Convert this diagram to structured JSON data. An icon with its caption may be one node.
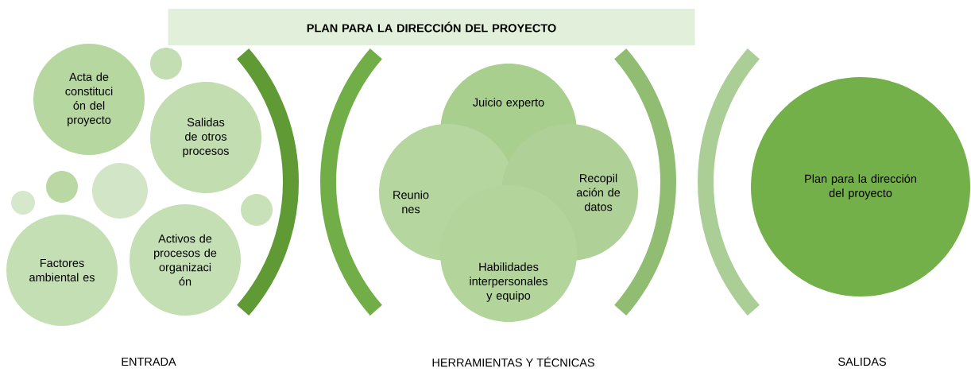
{
  "diagram": {
    "nodes": [
      {
        "text": [
          "PLAN PARA LA DIRECCIÓN DEL PROYECTO"
        ]
      },
      {
        "text": [
          "Acta de constituci ón del proyecto"
        ]
      },
      {
        "text": [
          "Salidas de otros procesos"
        ]
      },
      {
        "text": [],
        "shape": "circle"
      },
      {
        "text": [],
        "shape": "circle"
      },
      {
        "text": [],
        "shape": "circle"
      },
      {
        "text": [],
        "shape": "circle"
      },
      {
        "text": [],
        "shape": "circle"
      },
      {
        "text": [
          "Factores ambiental es"
        ]
      },
      {
        "text": [
          "Activos de procesos de organizaci ón"
        ]
      },
      {
        "text": [
          "Juicio experto"
        ]
      },
      {
        "text": [
          "Reunio nes"
        ]
      },
      {
        "text": [
          "Recopil ación de datos"
        ]
      },
      {
        "text": [
          "Habilidades interpersonales y equipo"
        ]
      },
      {
        "text": [
          "Plan para la dirección del proyecto"
        ]
      }
    ],
    "labels": [
      "ENTRADA",
      "HERRAMIENTAS Y TÉCNICAS",
      "SALIDAS"
    ]
  }
}
